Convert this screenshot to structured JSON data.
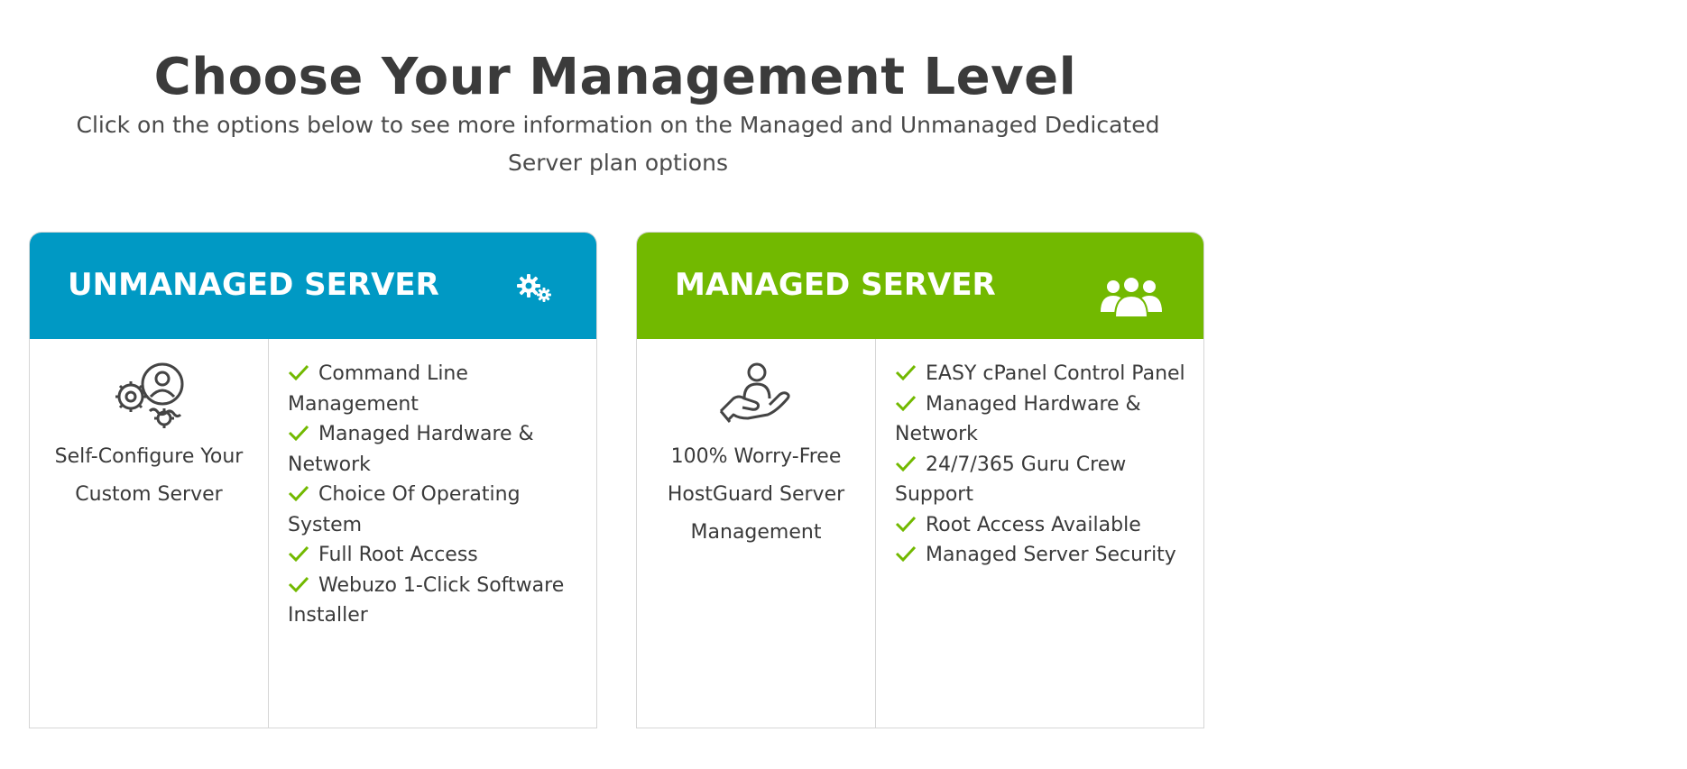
{
  "heading": {
    "title": "Choose Your Management Level",
    "subtitle_line1": "Click on the options below to see more information on the Managed and Unmanaged Dedicated",
    "subtitle_line2": "Server plan options"
  },
  "colors": {
    "unmanaged_header": "#0099c4",
    "managed_header": "#72b900",
    "check": "#72b900"
  },
  "cards": {
    "unmanaged": {
      "title": "UNMANAGED SERVER",
      "header_icon": "gears-icon",
      "feature_icon": "gear-user-icon",
      "feature_line1": "Self-Configure Your",
      "feature_line2": "Custom Server",
      "features": [
        "Command Line Management",
        "Managed Hardware & Network",
        "Choice Of Operating System",
        "Full Root Access",
        "Webuzo 1-Click Software Installer"
      ]
    },
    "managed": {
      "title": "MANAGED SERVER",
      "header_icon": "users-group-icon",
      "feature_icon": "hand-user-icon",
      "feature_line1": "100% Worry-Free",
      "feature_line2": "HostGuard Server",
      "feature_line3": "Management",
      "features": [
        "EASY cPanel Control Panel",
        "Managed Hardware & Network",
        "24/7/365 Guru Crew Support",
        "Root Access Available",
        "Managed Server Security"
      ]
    }
  }
}
